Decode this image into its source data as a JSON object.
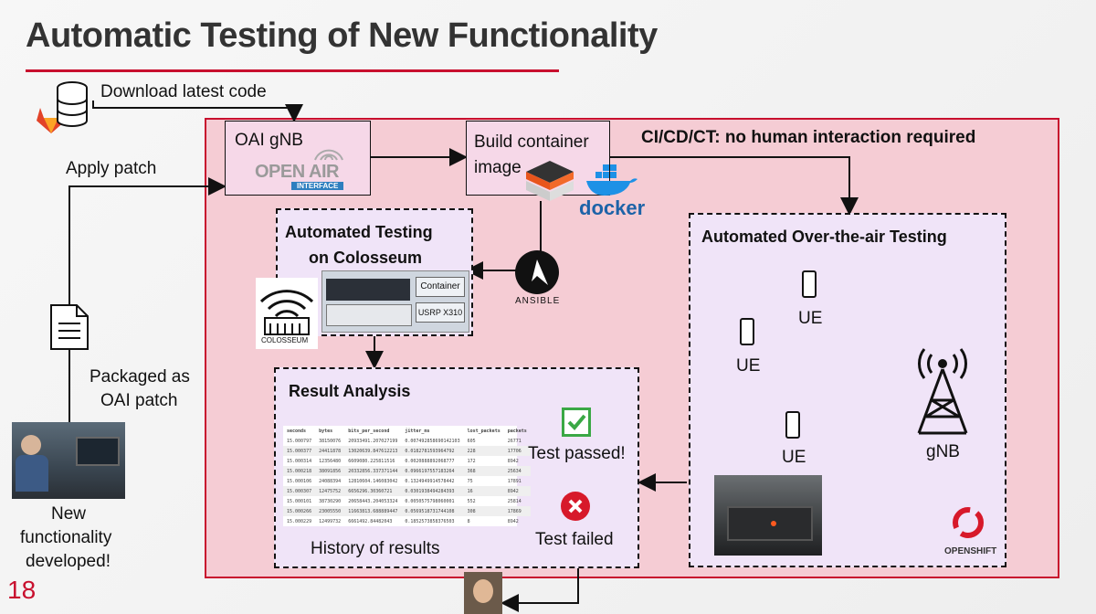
{
  "slide": {
    "title": "Automatic Testing of New Functionality",
    "page_number": "18"
  },
  "left": {
    "download_label": "Download latest code",
    "apply_patch_label": "Apply patch",
    "packaged_label_1": "Packaged as",
    "packaged_label_2": "OAI patch",
    "new_func_1": "New",
    "new_func_2": "functionality",
    "new_func_3": "developed!"
  },
  "pipeline": {
    "cicd_label": "CI/CD/CT: no human interaction required",
    "oai_gnb_label": "OAI gNB",
    "openair_logo_top": "OPEN AIR",
    "openair_logo_bottom": "INTERFACE",
    "build_label_1": "Build container",
    "build_label_2": "image",
    "docker_label": "docker",
    "ansible_label": "ANSIBLE"
  },
  "colosseum": {
    "title_1": "Automated Testing",
    "title_2": "on Colosseum",
    "container_label": "Container",
    "usrp_label": "USRP X310",
    "logo_text": "COLOSSEUM"
  },
  "ota": {
    "title": "Automated Over-the-air Testing",
    "ue_label": "UE",
    "gnb_label": "gNB",
    "openshift_label": "OPENSHIFT"
  },
  "results": {
    "title": "Result Analysis",
    "history_label": "History of results",
    "passed_label": "Test passed!",
    "failed_label": "Test failed",
    "table_headers": [
      "seconds",
      "bytes",
      "bits_per_second",
      "jitter_ms",
      "lost_packets",
      "packets"
    ],
    "table_rows": [
      [
        "15.000797",
        "38150076",
        "20933491.207027199",
        "0.007492858690142103",
        "605",
        "26771"
      ],
      [
        "15.000377",
        "24411878",
        "13020639.847612213",
        "0.0182781593964792",
        "228",
        "17706"
      ],
      [
        "15.000314",
        "12356480",
        "6609080.225811516",
        "0.0020888892068777",
        "172",
        "8942"
      ],
      [
        "15.000218",
        "38091856",
        "20332856.337371144",
        "0.0966197557183264",
        "368",
        "25634"
      ],
      [
        "15.000106",
        "24088394",
        "12810604.146083042",
        "0.1324949914578442",
        "75",
        "17891"
      ],
      [
        "15.000307",
        "12475752",
        "6656296.30360721",
        "0.0301938494284393",
        "16",
        "8942"
      ],
      [
        "15.000101",
        "38730290",
        "20658443.204053324",
        "0.0050575798060001",
        "552",
        "25814"
      ],
      [
        "15.000266",
        "23005550",
        "11663813.688889447",
        "0.0569518731744108",
        "308",
        "17869"
      ],
      [
        "15.000229",
        "12499732",
        "6661492.84482043",
        "0.1852573858376503",
        "8",
        "8942"
      ]
    ]
  },
  "colors": {
    "accent": "#c8102e",
    "panel": "#f5ccd4",
    "arrow_red": "#c8102e",
    "arrow_blue": "#2b7bc9",
    "pass_green": "#3aa845",
    "fail_red": "#d7192a"
  }
}
